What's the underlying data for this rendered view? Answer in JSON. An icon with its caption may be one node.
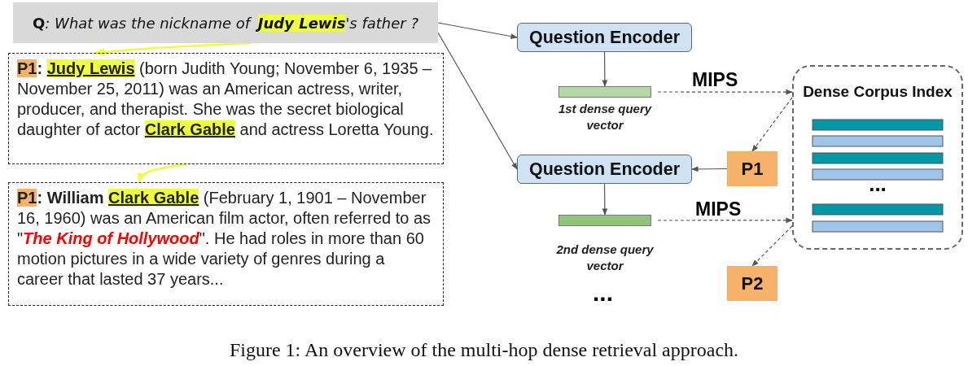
{
  "diagram": {
    "caption": "Figure 1: An overview of the multi-hop dense retrieval approach.",
    "nodes": [
      {
        "text": [
          "**Q**: What was the nickname of **Judy Lewis**'s father ?"
        ]
      },
      {
        "text": [
          "P1",
          "**:** **Judy Lewis** (born Judith Young; November 6, 1935 – November 25, 2011) was an American actress, writer, producer, and therapist. She was the secret biological daughter of actor **Clark Gable** and actress Loretta Young."
        ]
      },
      {
        "text": [
          "P1",
          "**: William** **Clark Gable** (February 1, 1901 – November 16, 1960) was an American film actor, often referred to as \"*The King of Hollywood*\". He had roles in more than 60 motion pictures in a wide variety of genres during a career that lasted 37 years..."
        ]
      },
      {
        "text": [
          "Question Encoder"
        ]
      },
      {
        "text": [],
        "shape": "bar",
        "beside": [
          "1st dense query vector"
        ]
      },
      {
        "text": [
          "Dense Corpus Index",
          "..."
        ]
      },
      {
        "text": [
          "P1"
        ]
      },
      {
        "text": [
          "Question Encoder"
        ]
      },
      {
        "text": [],
        "shape": "bar",
        "beside": [
          "2nd dense query vector"
        ]
      },
      {
        "text": [
          "P2"
        ]
      }
    ],
    "edges": [
      {
        "from": 0,
        "to": 1,
        "arrow": "to",
        "color": "#eeff41"
      },
      {
        "from": 1,
        "to": 2,
        "arrow": "to",
        "color": "#eeff41"
      },
      {
        "from": 0,
        "to": 3,
        "arrow": "to"
      },
      {
        "from": 0,
        "to": 7,
        "arrow": "to"
      },
      {
        "from": 3,
        "to": 4,
        "arrow": "to"
      },
      {
        "from": 4,
        "to": 5,
        "arrow": "to",
        "style": "dashed",
        "label": "MIPS"
      },
      {
        "from": 5,
        "to": 6,
        "arrow": "to",
        "style": "dashed"
      },
      {
        "from": 6,
        "to": 7,
        "arrow": "to"
      },
      {
        "from": 7,
        "to": 8,
        "arrow": "to"
      },
      {
        "from": 8,
        "to": 5,
        "arrow": "to",
        "style": "dashed",
        "label": "MIPS"
      },
      {
        "from": 5,
        "to": 9,
        "arrow": "to",
        "style": "dashed"
      }
    ],
    "labels": [
      "..."
    ]
  }
}
